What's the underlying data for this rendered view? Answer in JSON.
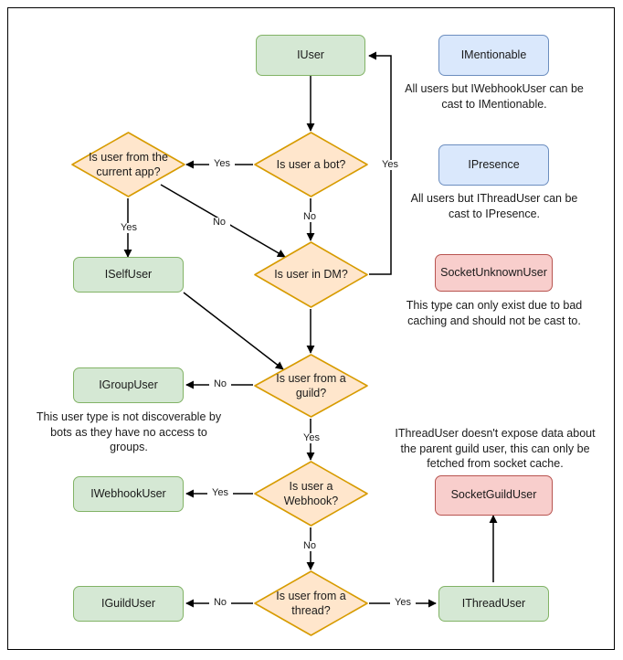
{
  "diagram": {
    "title": "Discord.Net user type decision flowchart",
    "colors": {
      "green_fill": "#d5e8d4",
      "green_stroke": "#82b366",
      "blue_fill": "#dae8fc",
      "blue_stroke": "#6c8ebf",
      "red_fill": "#f8cecc",
      "red_stroke": "#b85450",
      "orange_fill": "#ffe6cc",
      "orange_stroke": "#d79b00",
      "edge_stroke": "#000000",
      "canvas_border": "#000000",
      "text": "#1a1a1a"
    },
    "nodes": {
      "iuser": {
        "label": "IUser",
        "shape": "box",
        "color": "green"
      },
      "is_bot": {
        "label": "Is user a bot?",
        "shape": "diamond",
        "color": "orange"
      },
      "is_current_app": {
        "label": "Is user from the current app?",
        "shape": "diamond",
        "color": "orange"
      },
      "iselfuser": {
        "label": "ISelfUser",
        "shape": "box",
        "color": "green"
      },
      "is_dm": {
        "label": "Is user in DM?",
        "shape": "diamond",
        "color": "orange"
      },
      "is_guild": {
        "label": "Is user from a guild?",
        "shape": "diamond",
        "color": "orange"
      },
      "igroupuser": {
        "label": "IGroupUser",
        "shape": "box",
        "color": "green"
      },
      "is_webhook": {
        "label": "Is user a Webhook?",
        "shape": "diamond",
        "color": "orange"
      },
      "iwebhookuser": {
        "label": "IWebhookUser",
        "shape": "box",
        "color": "green"
      },
      "is_thread": {
        "label": "Is user from a thread?",
        "shape": "diamond",
        "color": "orange"
      },
      "iguilduser": {
        "label": "IGuildUser",
        "shape": "box",
        "color": "green"
      },
      "ithreaduser": {
        "label": "IThreadUser",
        "shape": "box",
        "color": "green"
      },
      "imentionable": {
        "label": "IMentionable",
        "shape": "box",
        "color": "blue"
      },
      "ipresence": {
        "label": "IPresence",
        "shape": "box",
        "color": "blue"
      },
      "socketunknownuser": {
        "label": "SocketUnknownUser",
        "shape": "box",
        "color": "red"
      },
      "socketguilduser": {
        "label": "SocketGuildUser",
        "shape": "box",
        "color": "red"
      }
    },
    "notes": {
      "imentionable": "All users but IWebhookUser can be cast to IMentionable.",
      "ipresence": "All users but IThreadUser can be cast to IPresence.",
      "socketunknownuser": "This type can only exist due to bad caching and should not be cast to.",
      "igroupuser": "This user type is not discoverable by bots as they have no access to groups.",
      "socketguilduser": "IThreadUser doesn't expose data about the parent guild user, this can only be fetched from socket cache."
    },
    "edge_labels": {
      "bot_yes": "Yes",
      "bot_no": "No",
      "current_app_yes": "Yes",
      "current_app_no": "No",
      "dm_yes": "Yes",
      "guild_no": "No",
      "guild_yes": "Yes",
      "webhook_yes": "Yes",
      "webhook_no": "No",
      "thread_no": "No",
      "thread_yes": "Yes"
    },
    "edges": [
      {
        "from": "iuser",
        "to": "is_bot",
        "label": ""
      },
      {
        "from": "is_bot",
        "to": "is_current_app",
        "label": "Yes"
      },
      {
        "from": "is_bot",
        "to": "is_dm",
        "label": "No"
      },
      {
        "from": "is_current_app",
        "to": "iselfuser",
        "label": "Yes"
      },
      {
        "from": "is_current_app",
        "to": "is_dm",
        "label": "No"
      },
      {
        "from": "is_dm",
        "to": "iuser",
        "label": "Yes"
      },
      {
        "from": "is_dm",
        "to": "is_guild",
        "label": ""
      },
      {
        "from": "iselfuser",
        "to": "is_guild",
        "label": ""
      },
      {
        "from": "is_guild",
        "to": "igroupuser",
        "label": "No"
      },
      {
        "from": "is_guild",
        "to": "is_webhook",
        "label": "Yes"
      },
      {
        "from": "is_webhook",
        "to": "iwebhookuser",
        "label": "Yes"
      },
      {
        "from": "is_webhook",
        "to": "is_thread",
        "label": "No"
      },
      {
        "from": "is_thread",
        "to": "iguilduser",
        "label": "No"
      },
      {
        "from": "is_thread",
        "to": "ithreaduser",
        "label": "Yes"
      },
      {
        "from": "ithreaduser",
        "to": "socketguilduser",
        "label": ""
      }
    ]
  }
}
